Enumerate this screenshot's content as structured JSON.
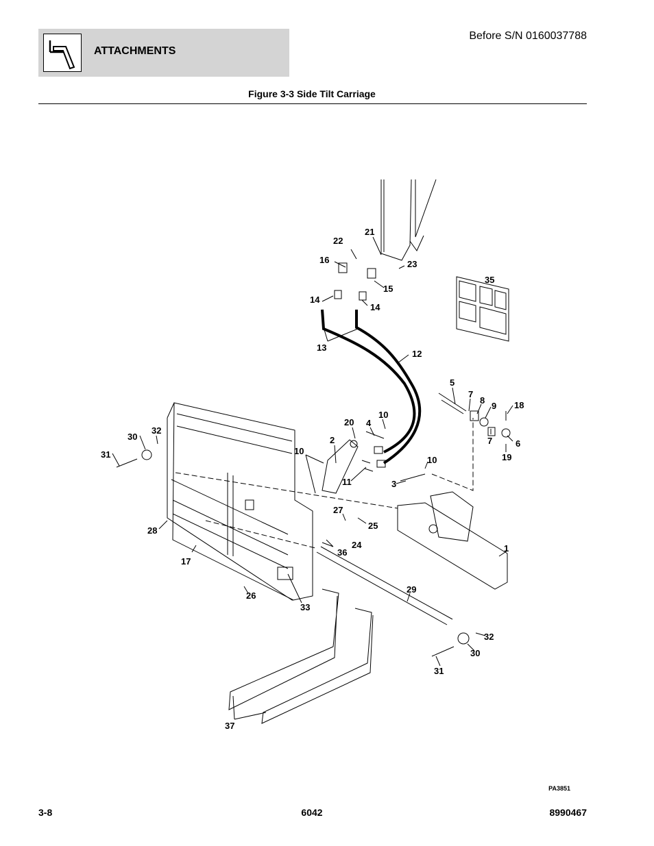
{
  "header": {
    "section": "ATTACHMENTS",
    "serial": "Before S/N 0160037788",
    "icon": "attachment-icon"
  },
  "figure": {
    "title": "Figure 3-3 Side Tilt Carriage",
    "code": "PA3851",
    "callouts": [
      {
        "id": "c21",
        "label": "21"
      },
      {
        "id": "c22",
        "label": "22"
      },
      {
        "id": "c16",
        "label": "16"
      },
      {
        "id": "c23",
        "label": "23"
      },
      {
        "id": "c15",
        "label": "15"
      },
      {
        "id": "c35",
        "label": "35"
      },
      {
        "id": "c14a",
        "label": "14"
      },
      {
        "id": "c14b",
        "label": "14"
      },
      {
        "id": "c13",
        "label": "13"
      },
      {
        "id": "c12",
        "label": "12"
      },
      {
        "id": "c5",
        "label": "5"
      },
      {
        "id": "c7a",
        "label": "7"
      },
      {
        "id": "c8",
        "label": "8"
      },
      {
        "id": "c9",
        "label": "9"
      },
      {
        "id": "c18",
        "label": "18"
      },
      {
        "id": "c20",
        "label": "20"
      },
      {
        "id": "c4",
        "label": "4"
      },
      {
        "id": "c10a",
        "label": "10"
      },
      {
        "id": "c7b",
        "label": "7"
      },
      {
        "id": "c6",
        "label": "6"
      },
      {
        "id": "c19",
        "label": "19"
      },
      {
        "id": "c2",
        "label": "2"
      },
      {
        "id": "c10b",
        "label": "10"
      },
      {
        "id": "c10c",
        "label": "10"
      },
      {
        "id": "c30a",
        "label": "30"
      },
      {
        "id": "c32a",
        "label": "32"
      },
      {
        "id": "c31a",
        "label": "31"
      },
      {
        "id": "c11",
        "label": "11"
      },
      {
        "id": "c3",
        "label": "3"
      },
      {
        "id": "c27",
        "label": "27"
      },
      {
        "id": "c25",
        "label": "25"
      },
      {
        "id": "c28",
        "label": "28"
      },
      {
        "id": "c24",
        "label": "24"
      },
      {
        "id": "c36",
        "label": "36"
      },
      {
        "id": "c1",
        "label": "1"
      },
      {
        "id": "c17",
        "label": "17"
      },
      {
        "id": "c29",
        "label": "29"
      },
      {
        "id": "c26",
        "label": "26"
      },
      {
        "id": "c33",
        "label": "33"
      },
      {
        "id": "c32b",
        "label": "32"
      },
      {
        "id": "c30b",
        "label": "30"
      },
      {
        "id": "c31b",
        "label": "31"
      },
      {
        "id": "c37",
        "label": "37"
      }
    ]
  },
  "footer": {
    "page": "3-8",
    "model": "6042",
    "part_number": "8990467"
  }
}
